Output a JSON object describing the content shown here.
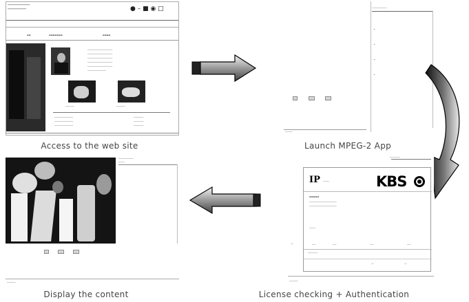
{
  "steps": [
    {
      "caption": "Access to the web site"
    },
    {
      "caption": "Launch MPEG-2 App"
    },
    {
      "caption": "License checking + Authentication"
    },
    {
      "caption": "Display the content"
    }
  ],
  "auth_window": {
    "logo_left": "IP",
    "logo_right": "KBS"
  }
}
